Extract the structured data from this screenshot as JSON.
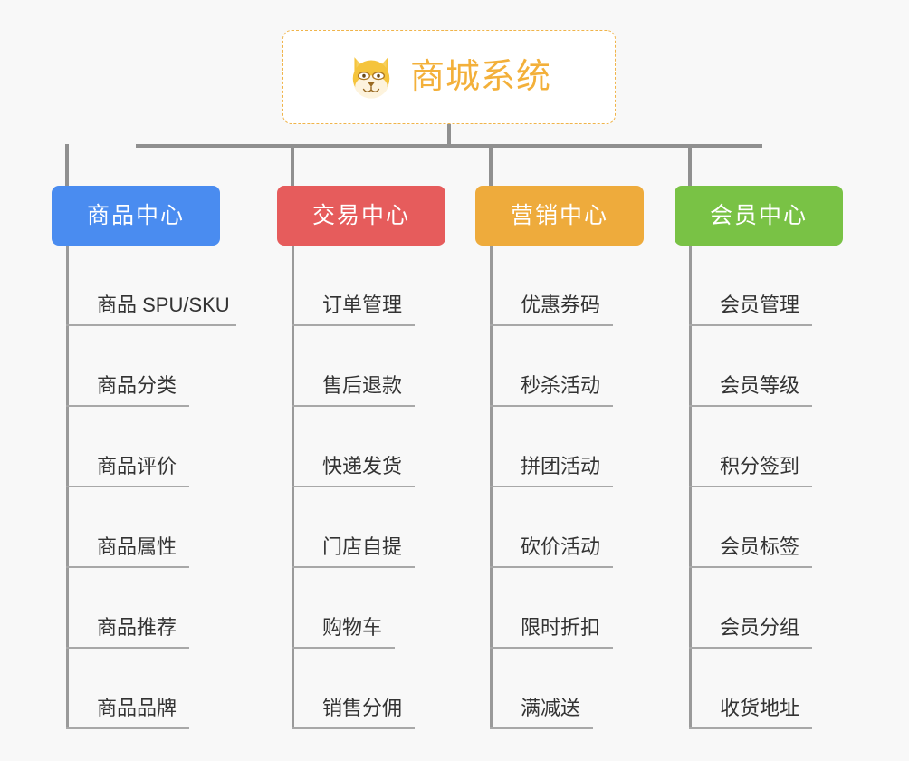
{
  "diagram": {
    "title": "商城系统",
    "root": {
      "label": "商城系统",
      "icon": "shiba-dog-icon",
      "border_color": "#f0b44a",
      "text_color": "#f3b03a",
      "background": "#ffffff"
    },
    "connector_color": "#909090",
    "page_background": "#f8f8f8",
    "columns": [
      {
        "label": "商品中心",
        "color": "#4a8cf0",
        "items": [
          "商品 SPU/SKU",
          "商品分类",
          "商品评价",
          "商品属性",
          "商品推荐",
          "商品品牌"
        ]
      },
      {
        "label": "交易中心",
        "color": "#e65c5c",
        "items": [
          "订单管理",
          "售后退款",
          "快递发货",
          "门店自提",
          "购物车",
          "销售分佣"
        ]
      },
      {
        "label": "营销中心",
        "color": "#eeab3c",
        "items": [
          "优惠券码",
          "秒杀活动",
          "拼团活动",
          "砍价活动",
          "限时折扣",
          "满减送"
        ]
      },
      {
        "label": "会员中心",
        "color": "#79c245",
        "items": [
          "会员管理",
          "会员等级",
          "积分签到",
          "会员标签",
          "会员分组",
          "收货地址"
        ]
      }
    ]
  }
}
